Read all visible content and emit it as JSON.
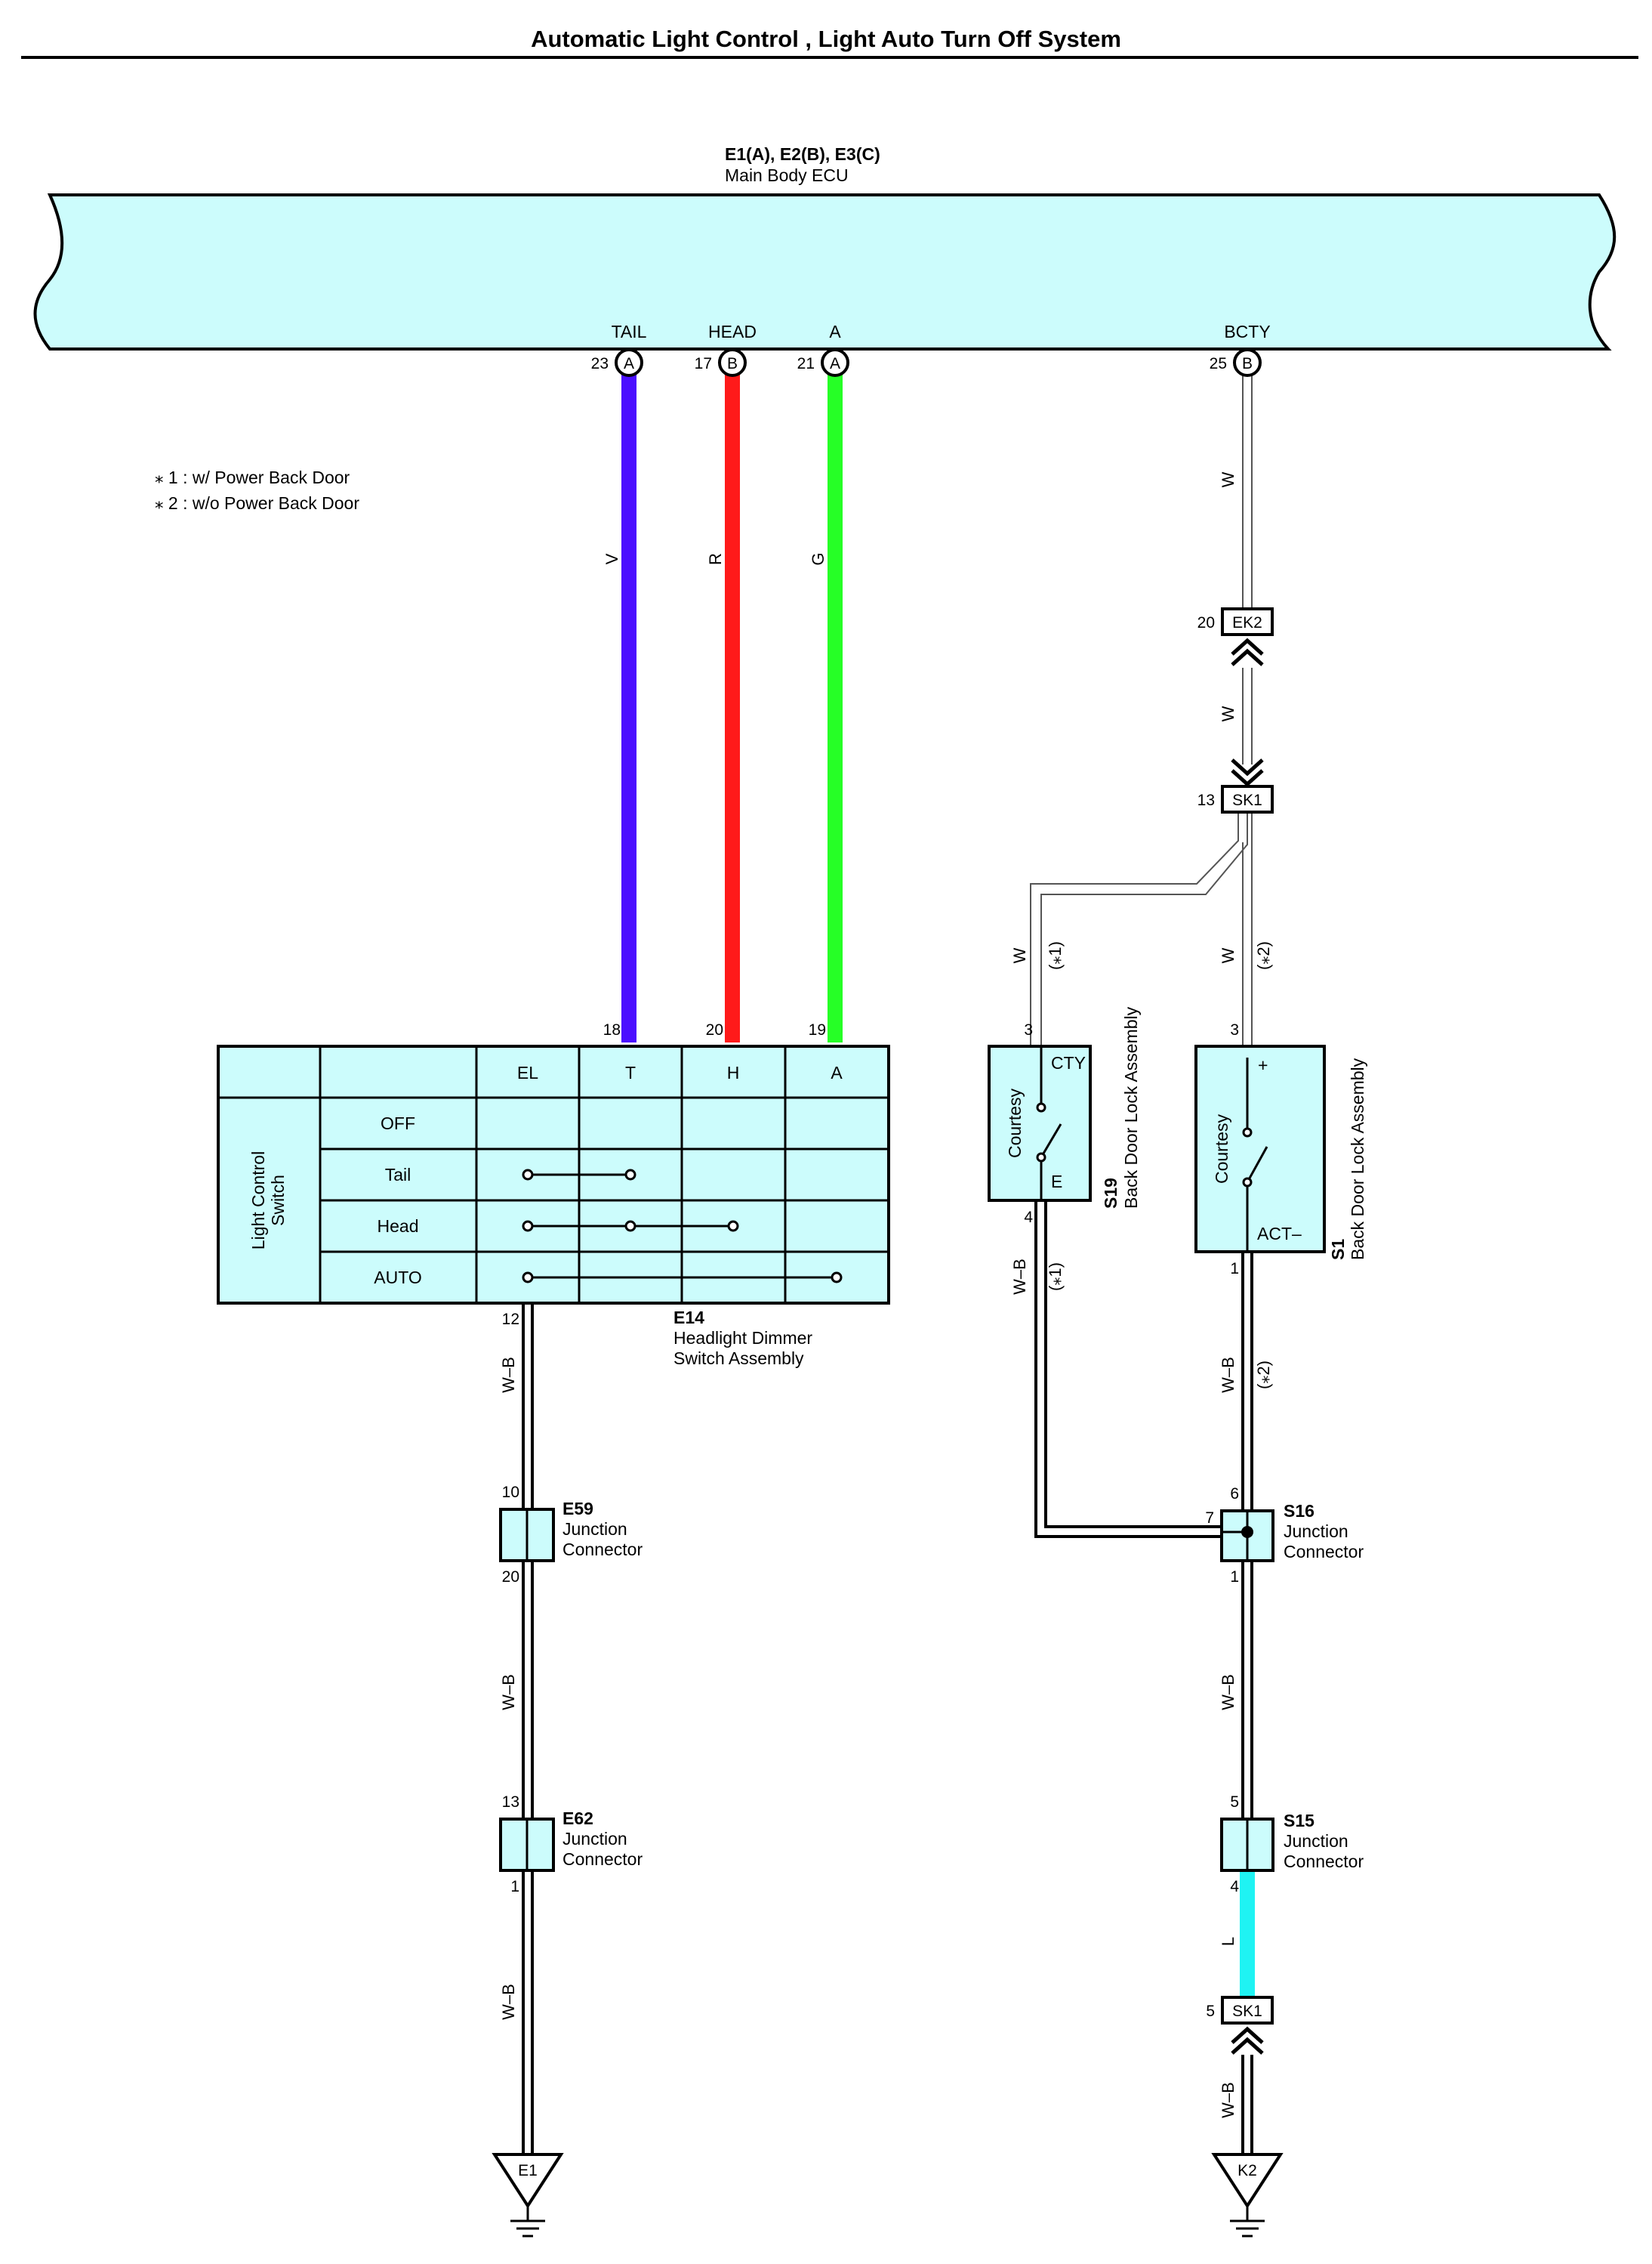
{
  "title": "Automatic Light Control , Light Auto Turn Off System",
  "ecu": {
    "ref": "E1(A), E2(B), E3(C)",
    "name": "Main Body ECU",
    "pins": [
      {
        "label": "TAIL",
        "num": "23",
        "conn": "A"
      },
      {
        "label": "HEAD",
        "num": "17",
        "conn": "B"
      },
      {
        "label": "A",
        "num": "21",
        "conn": "A"
      },
      {
        "label": "BCTY",
        "num": "25",
        "conn": "B"
      }
    ]
  },
  "notes": [
    "⁎ 1 : w/ Power Back Door",
    "⁎ 2 : w/o Power Back Door"
  ],
  "wires": {
    "tail": {
      "color_code": "V",
      "color": "#4b0fff"
    },
    "head": {
      "color_code": "R",
      "color": "#ff1a1a"
    },
    "a": {
      "color_code": "G",
      "color": "#26ff26"
    },
    "l": {
      "color_code": "L",
      "color": "#1ff3f3"
    },
    "bcty_1": "W",
    "bcty_2": "W",
    "s19_w": "W",
    "s1_w": "W",
    "s19_wb": "W–B",
    "s1_wb": "W–B",
    "s16_s15": "W–B",
    "sk1_k2": "W–B",
    "e14_e59": "W–B",
    "e59_e62": "W–B",
    "e62_e1": "W–B"
  },
  "variants": {
    "v1": "(⁎1)",
    "v2": "(⁎2)"
  },
  "connectors": {
    "ek2": {
      "label": "EK2",
      "pin": "20"
    },
    "sk1_top": {
      "label": "SK1",
      "pin": "13"
    },
    "sk1_bottom": {
      "label": "SK1",
      "pin": "5"
    }
  },
  "switch_table": {
    "headers": [
      "EL",
      "T",
      "H",
      "A"
    ],
    "header_pins": [
      "18",
      "20",
      "19"
    ],
    "side_label_line1": "Light Control",
    "side_label_line2": "Switch",
    "rows": [
      "OFF",
      "Tail",
      "Head",
      "AUTO"
    ],
    "ground_pin": "12",
    "id": "E14",
    "name_line1": "Headlight Dimmer",
    "name_line2": "Switch Assembly"
  },
  "s19": {
    "id": "S19",
    "name": "Back Door Lock Assembly",
    "inner_label": "Courtesy",
    "terminal_top": "CTY",
    "terminal_bottom": "E",
    "pin_top": "3",
    "pin_bottom": "4"
  },
  "s1": {
    "id": "S1",
    "name": "Back Door Lock Assembly",
    "inner_label": "Courtesy",
    "terminal_top": "+",
    "terminal_bottom": "ACT–",
    "pin_top": "3",
    "pin_bottom": "1"
  },
  "junctions": {
    "e59": {
      "id": "E59",
      "line1": "Junction",
      "line2": "Connector",
      "pin_top": "10",
      "pin_bottom": "20"
    },
    "e62": {
      "id": "E62",
      "line1": "Junction",
      "line2": "Connector",
      "pin_top": "13",
      "pin_bottom": "1"
    },
    "s16": {
      "id": "S16",
      "line1": "Junction",
      "line2": "Connector",
      "pin_top": "6",
      "pin_left": "7",
      "pin_bottom": "1"
    },
    "s15": {
      "id": "S15",
      "line1": "Junction",
      "line2": "Connector",
      "pin_top": "5",
      "pin_bottom": "4"
    }
  },
  "grounds": {
    "e1": "E1",
    "k2": "K2"
  },
  "colors": {
    "component_fill": "#ccfcfc",
    "line": "#000000"
  }
}
